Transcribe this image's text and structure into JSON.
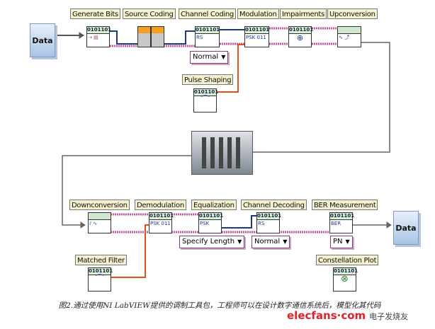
{
  "top_row": {
    "labels": [
      "Generate Bits",
      "Source Coding",
      "Channel Coding",
      "Modulation",
      "Impairments",
      "Upconversion"
    ],
    "bits": "0101101",
    "dropdown_normal": "Normal",
    "pulse_shaping": "Pulse Shaping"
  },
  "bottom_row": {
    "labels": [
      "Downconversion",
      "Demodulation",
      "Equalization",
      "Channel Decoding",
      "BER Measurement"
    ],
    "dropdowns": [
      "Specify Length",
      "Normal",
      "PN"
    ],
    "matched_filter": "Matched Filter",
    "constellation_plot": "Constellation Plot"
  },
  "data_in": "Data",
  "data_out": "Data",
  "glyphs": {
    "psk": "PSK",
    "rs": "RS",
    "ber": "BER",
    "bin": "011",
    "dropdown_arrow": "▼"
  },
  "caption": "图2.通过使用NI LabVIEW提供的调制工具包，工程师可以在设计数字通信系统后，模型化其代码",
  "watermark": {
    "brand": "elecfans·com",
    "cn": "电子发烧友"
  },
  "colors": {
    "wire_blue": "#1f3a7a",
    "wire_pink": "#c8569b",
    "wire_orange": "#e0501a",
    "wire_gray": "#555555"
  }
}
